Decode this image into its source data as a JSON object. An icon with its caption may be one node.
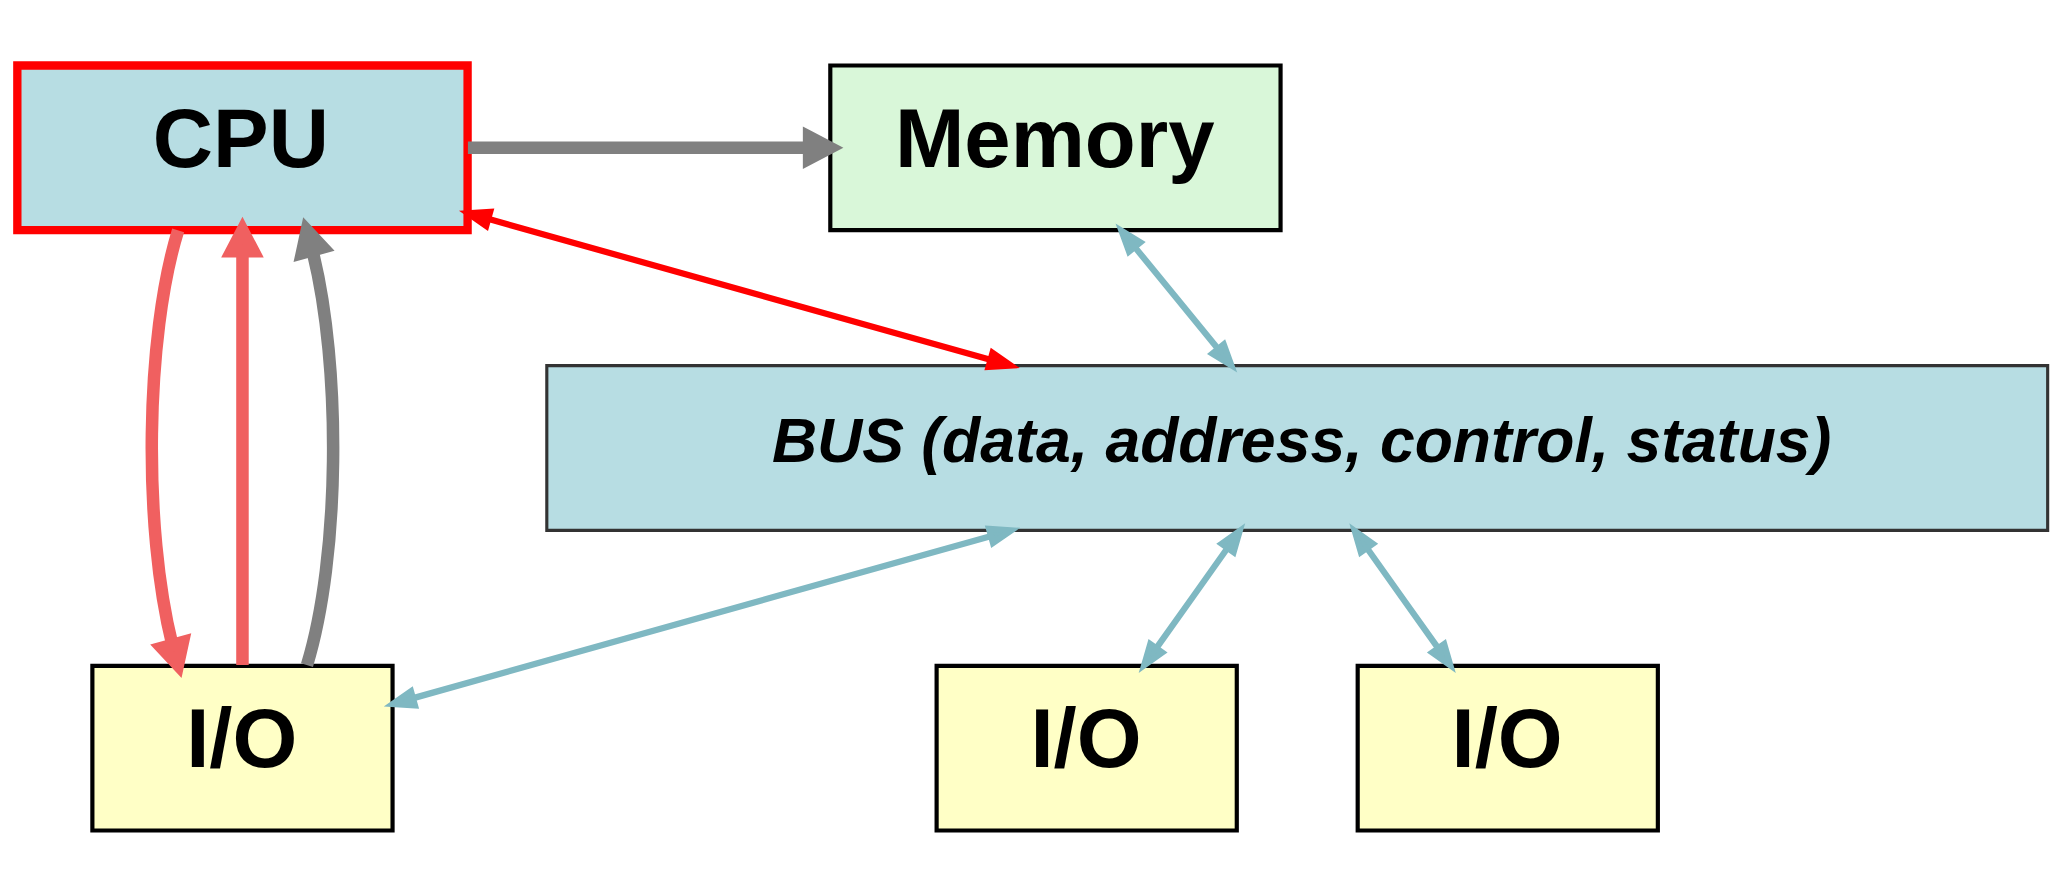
{
  "diagram": {
    "nodes": [
      {
        "text": [
          "CPU"
        ]
      },
      {
        "text": [
          "Memory"
        ]
      },
      {
        "text": [
          "BUS (data, address, control, status)"
        ]
      },
      {
        "text": [
          "I/O"
        ]
      },
      {
        "text": [
          "I/O"
        ]
      },
      {
        "text": [
          "I/O"
        ]
      }
    ],
    "edges": [
      {
        "from": 0,
        "to": 2,
        "arrow": "both",
        "color": "#ff0000"
      },
      {
        "from": 1,
        "to": 2,
        "arrow": "both"
      },
      {
        "from": 2,
        "to": 3,
        "arrow": "both"
      },
      {
        "from": 2,
        "to": 4,
        "arrow": "both"
      },
      {
        "from": 2,
        "to": 5,
        "arrow": "both"
      },
      {
        "from": 0,
        "to": 3,
        "arrow": "to",
        "style": "thick",
        "color": "#f06060"
      },
      {
        "from": 3,
        "to": 0,
        "arrow": "to",
        "style": "thick",
        "color": "#f06060"
      },
      {
        "from": 3,
        "to": 0,
        "arrow": "to",
        "style": "thick",
        "color": "#808080"
      },
      {
        "from": 0,
        "to": 1,
        "arrow": "to",
        "style": "thick",
        "color": "#808080"
      }
    ]
  }
}
